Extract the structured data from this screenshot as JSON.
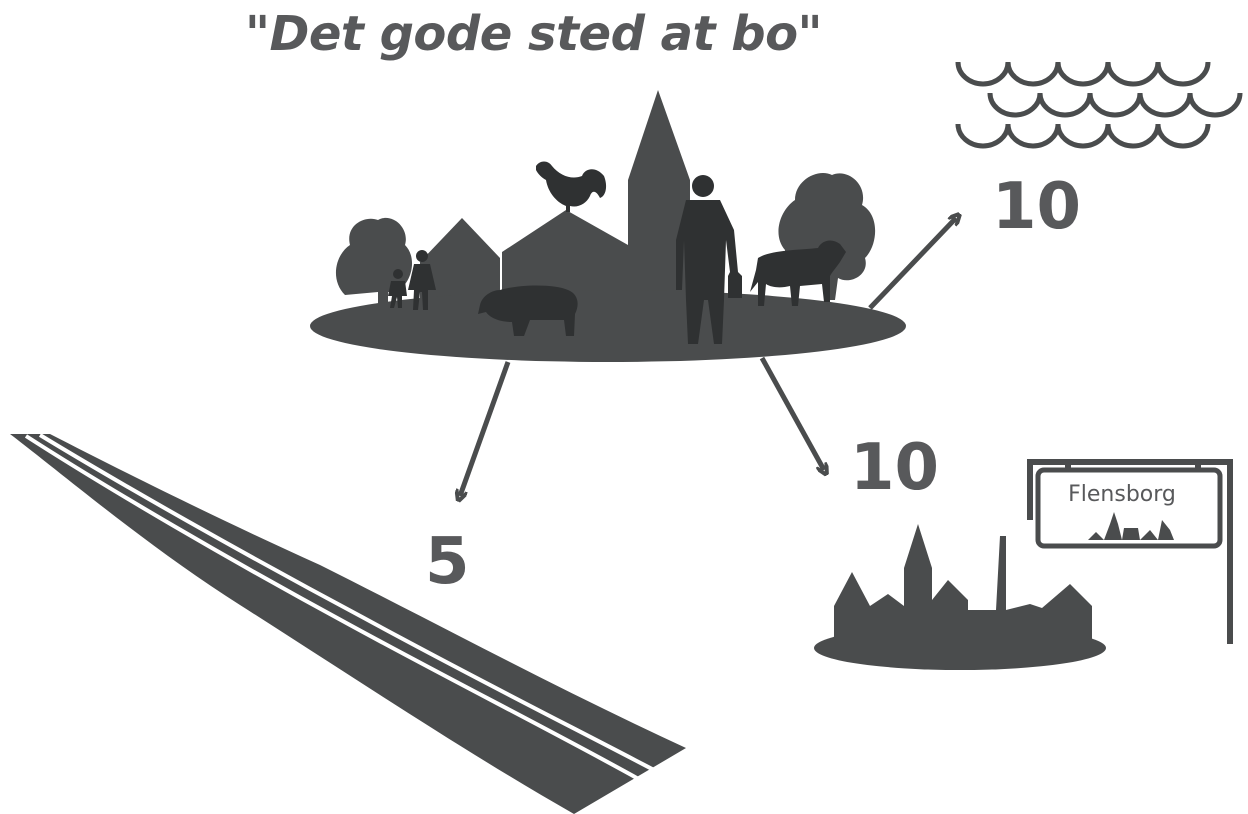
{
  "title": "\"Det gode sted at bo\"",
  "distances": {
    "sea": "10",
    "city": "10",
    "road": "5"
  },
  "sign": {
    "town": "Flensborg"
  },
  "colors": {
    "ink": "#4a4c4d",
    "dark": "#2f3132",
    "text": "#58595b",
    "background": "#ffffff"
  },
  "icons": [
    "waves-icon",
    "village-icon",
    "church-icon",
    "rooster-icon",
    "man-icon",
    "woman-child-icon",
    "pig-icon",
    "cow-icon",
    "tree-icon",
    "town-skyline-icon",
    "town-sign-icon",
    "road-icon",
    "arrow-icon"
  ]
}
